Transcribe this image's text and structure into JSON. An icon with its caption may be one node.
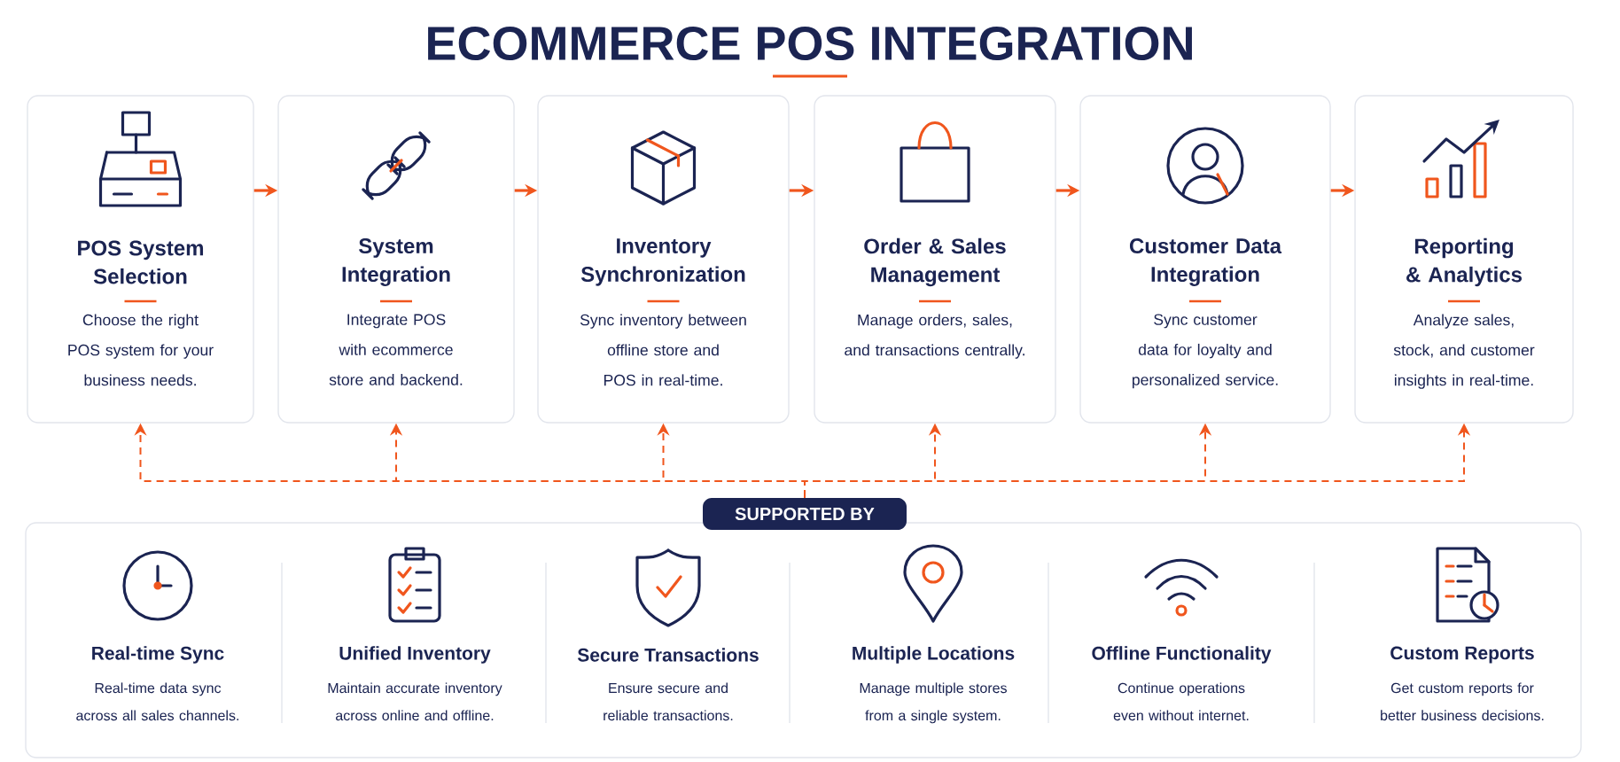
{
  "diagram": {
    "title": "ECOMMERCE POS INTEGRATION",
    "nodes": [
      {
        "text": [
          "POS System Selection",
          "Choose the right POS system for your business needs."
        ]
      },
      {
        "text": [
          "System Integration",
          "Integrate POS with ecommerce store and backend."
        ]
      },
      {
        "text": [
          "Inventory Synchronization",
          "Sync inventory between offline store and POS in real-time."
        ]
      },
      {
        "text": [
          "Order & Sales Management",
          "Manage orders, sales, and transactions centrally."
        ]
      },
      {
        "text": [
          "Customer Data Integration",
          "Sync customer data for loyalty and personalized service."
        ]
      },
      {
        "text": [
          "Reporting & Analytics",
          "Analyze sales, stock, and customer insights in real-time."
        ]
      },
      {
        "text": [
          "SUPPORTED BY"
        ]
      }
    ],
    "edges": [
      {
        "from": 0,
        "to": 1,
        "arrow": "to"
      },
      {
        "from": 1,
        "to": 2,
        "arrow": "to"
      },
      {
        "from": 2,
        "to": 3,
        "arrow": "to"
      },
      {
        "from": 3,
        "to": 4,
        "arrow": "to"
      },
      {
        "from": 4,
        "to": 5,
        "arrow": "to"
      },
      {
        "from": 6,
        "to": 0,
        "arrow": "to",
        "style": "dashed"
      },
      {
        "from": 6,
        "to": 1,
        "arrow": "to",
        "style": "dashed"
      },
      {
        "from": 6,
        "to": 2,
        "arrow": "to",
        "style": "dashed"
      },
      {
        "from": 6,
        "to": 3,
        "arrow": "to",
        "style": "dashed"
      },
      {
        "from": 6,
        "to": 4,
        "arrow": "to",
        "style": "dashed"
      },
      {
        "from": 6,
        "to": 5,
        "arrow": "to",
        "style": "dashed"
      }
    ],
    "labels": [
      "Real-time Sync",
      "Real-time data sync across all sales channels.",
      "Unified Inventory",
      "Maintain accurate inventory across online and offline.",
      "Secure Transactions",
      "Ensure secure and reliable transactions.",
      "Multiple Locations",
      "Manage multiple stores from a single system.",
      "Offline Functionality",
      "Continue operations even without internet.",
      "Custom Reports",
      "Get custom reports for better business decisions."
    ]
  }
}
